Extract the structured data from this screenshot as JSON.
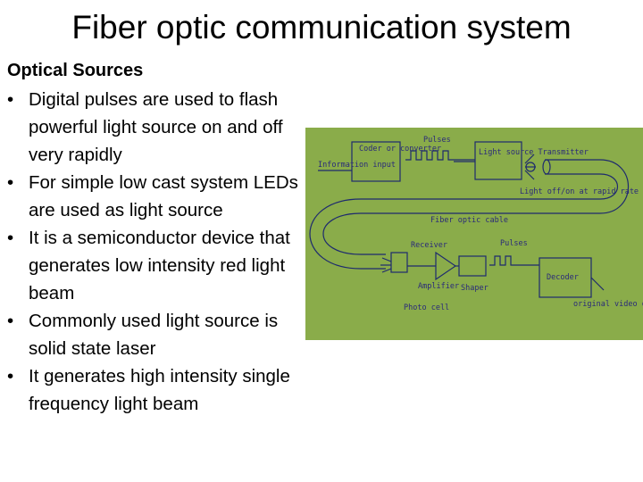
{
  "title": "Fiber optic communication system",
  "subheading": "Optical Sources",
  "bullets": [
    "Digital pulses are used to flash powerful light source on and off very rapidly",
    "For simple low cast system LEDs are used as light source",
    "It is a semiconductor device that generates low intensity red light beam",
    "Commonly used light source is solid state laser",
    "It generates high intensity single frequency light beam"
  ],
  "diagram": {
    "labels": {
      "information_input": "Information input",
      "coder": "Coder or converter",
      "pulses_top": "Pulses",
      "light_source": "Light source Transmitter",
      "light_onoff": "Light off/on at rapid rate",
      "fiber_cable": "Fiber optic cable",
      "receiver": "Receiver",
      "pulses_bottom": "Pulses",
      "amplifier": "Amplifier",
      "shaper": "Shaper",
      "photo_cell": "Photo cell",
      "decoder": "Decoder",
      "output": "original video or voice"
    },
    "colors": {
      "background": "#8aac4a",
      "ink": "#1e2a6e"
    }
  }
}
